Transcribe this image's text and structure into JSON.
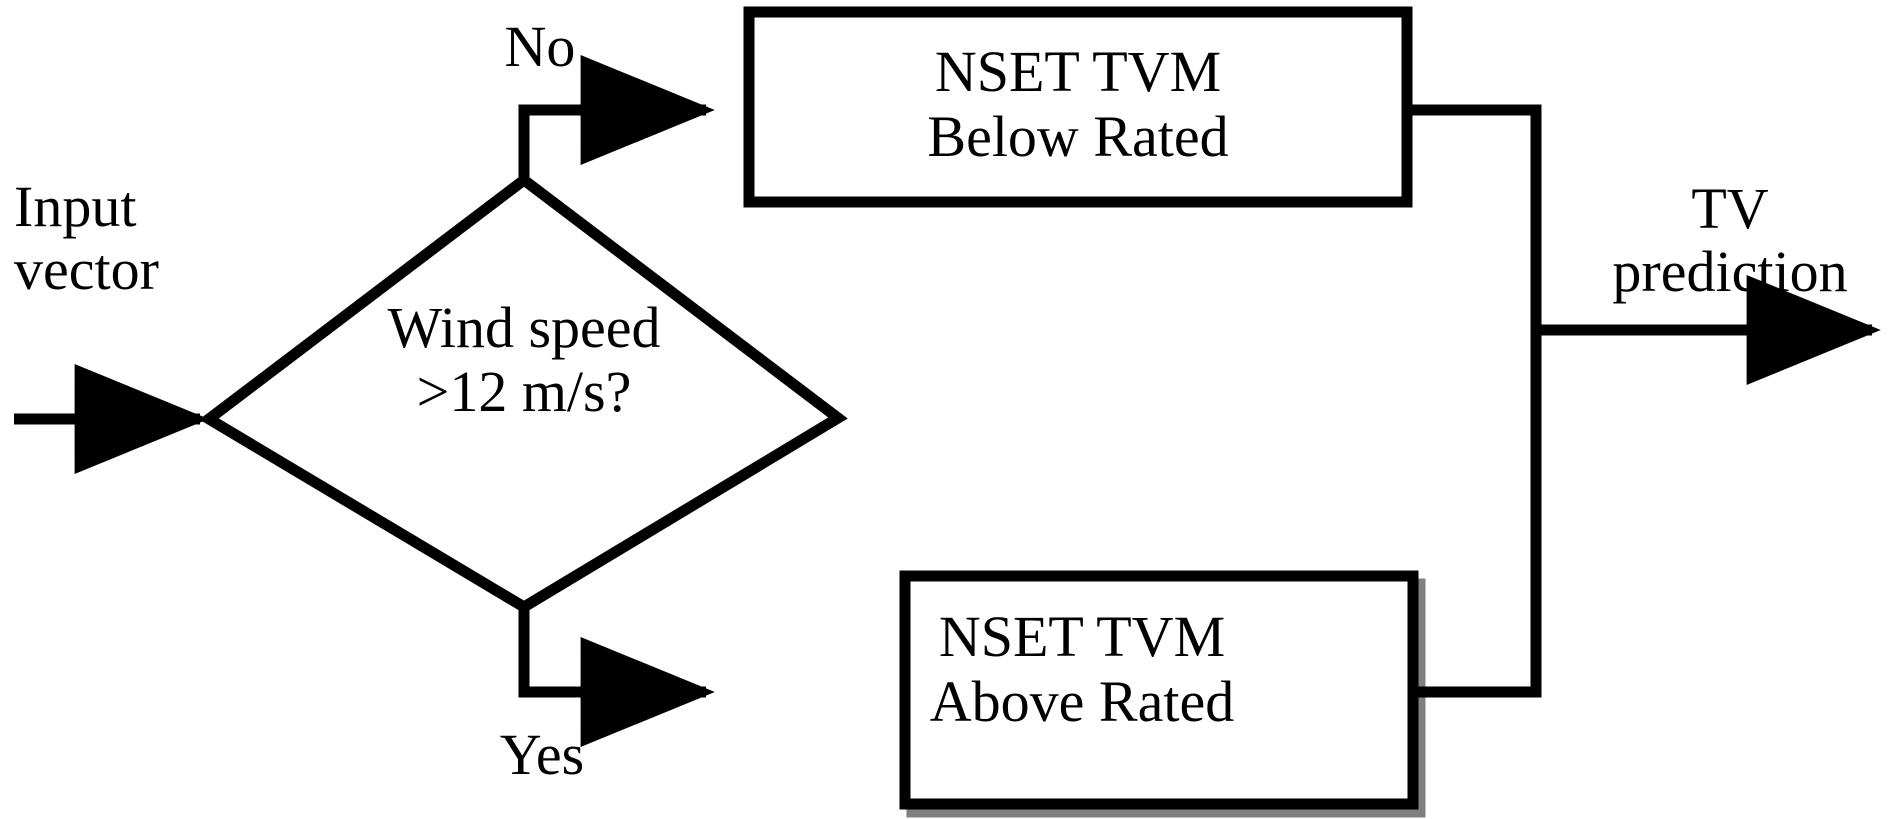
{
  "diagram": {
    "type": "flowchart",
    "title": "NSET TVM wind speed decision flow",
    "background_color": "#ffffff",
    "stroke_color": "#000000",
    "shadow_color": "#808080",
    "input": {
      "label_line1": "Input",
      "label_line2": "vector",
      "label": "Input\nvector",
      "arrow_icon": "arrow-right-icon"
    },
    "decision": {
      "shape": "diamond",
      "line1": "Wind speed",
      "line2": ">12 m/s?",
      "text": "Wind speed\n>12 m/s?",
      "branches": {
        "no_label": "No",
        "yes_label": "Yes"
      }
    },
    "process_boxes": [
      {
        "id": "below-rated",
        "line1": "NSET TVM",
        "line2": "Below Rated",
        "text": "NSET TVM\nBelow Rated",
        "branch": "No",
        "has_shadow": false
      },
      {
        "id": "above-rated",
        "line1": "NSET TVM",
        "line2": "Above Rated",
        "text": "NSET TVM\nAbove Rated",
        "branch": "Yes",
        "has_shadow": true
      }
    ],
    "output": {
      "label_line1": "TV",
      "label_line2": "prediction",
      "label": "TV\nprediction",
      "arrow_icon": "arrow-right-icon"
    }
  }
}
